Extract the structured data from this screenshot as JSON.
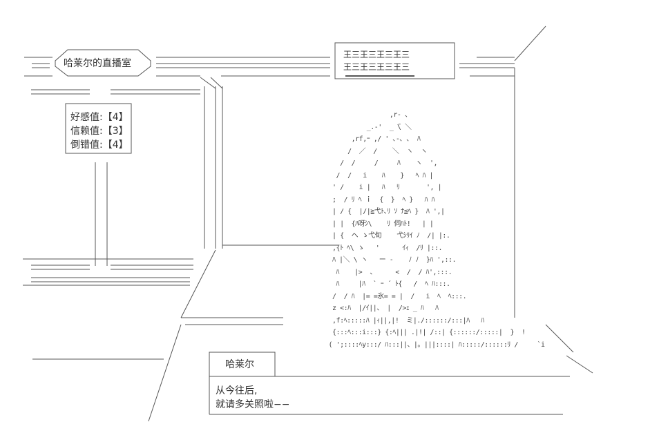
{
  "header": {
    "title": "哈莱尔的直播室"
  },
  "stats": [
    {
      "label": "好感值",
      "value": "【4】"
    },
    {
      "label": "信赖值",
      "value": "【3】"
    },
    {
      "label": "倒错值",
      "value": "【4】"
    }
  ],
  "banner": {
    "lines": [
      "王三王三王三王三",
      "王三王三王三王三"
    ]
  },
  "dialogue": {
    "speaker": "哈莱尔",
    "line1": "从今往后,",
    "line2": "就请多关照啦−−"
  },
  "art": {
    "figure": [
      "                 ,r‐ 、",
      "           _.‐'  _ ̄\\ ＼",
      "       ,rf,ｰ ,/ ' ､-､ ､  ﾊ",
      "      /  ／  /    ＼  ヽ  ヽ",
      "    /  /     /     ﾊ    ヽ  ',",
      "   /  /   i    ﾊ    }   ﾍ ﾊ |",
      "  ' /    i |   ﾊ   ﾘ       ', |",
      "  ;  / ﾘ ﾍ ｉ  {  }  ﾍ }   ﾊ ﾊ",
      "  | / {  |/|≧弋ﾄ､ﾘ ｿ ﾅ≦ﾍ }  ﾊ ',|",
      "  | |  {ﾊ呀ｼ\\    ﾘ 伺ﾊﾄ!   | |",
      "  | {  ヘ ゝ弋旬    弋ｼﾘｲ ﾉ  /| |:.",
      "  ,{ﾄ ﾍ\\ ゝ   '      ｲｨ  /ﾘ |::.",
      "  ﾊ |＼ \\ ヽ   ー ‐    ﾉ ﾉ  }ﾊ ',::.",
      "   ﾊ    |>  、     <  /  / ﾊ',:::.",
      "   ﾊ     |ﾊ  ` ｰ ´ ﾄ{   /  ﾍ ﾊ:::.",
      "  /  / ﾊ  |= =氷= = |  /   i  ﾍ  ﾍ:::.",
      "  z <:ﾊ  |/ｲ||、 |  />ｪ _ ﾊ   ﾊ",
      "  ,f:ﾍ:::::ﾊ |ｨ||,|!  ミ|./::::::/:::|ﾊ   ﾊ",
      "  {:::ﾍ:::i:::} {:ﾍ||| .|!| /::| {::::::/:::::|  }  !",
      " ( ';::::ﾍy:::/ ﾊ:::||、|。|||::::| ﾊ:::::/::::::ﾘ /     `i"
    ]
  },
  "colors": {
    "line": "#444444",
    "background": "#ffffff"
  }
}
